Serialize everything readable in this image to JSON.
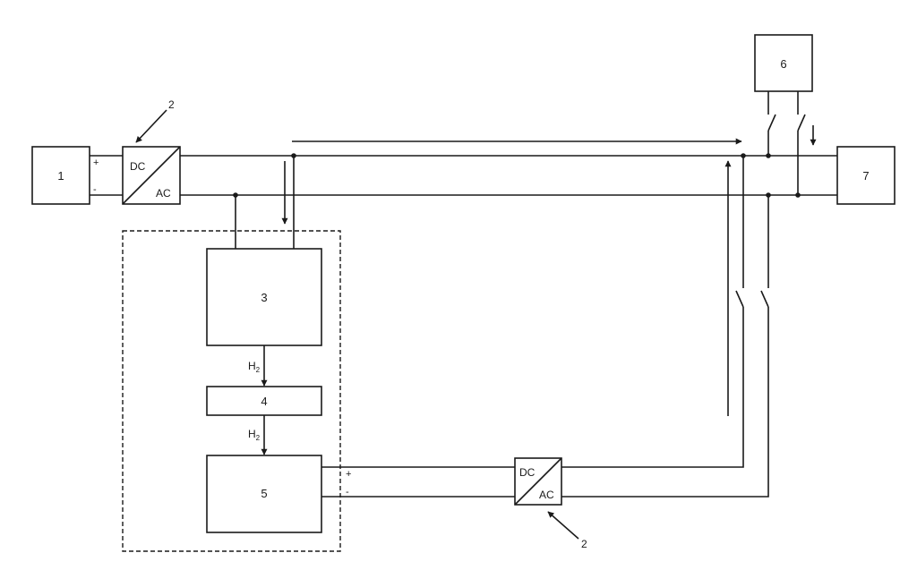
{
  "blocks": {
    "b1": "1",
    "b3": "3",
    "b4": "4",
    "b5": "5",
    "b6": "6",
    "b7": "7"
  },
  "converters": {
    "top": {
      "dc": "DC",
      "ac": "AC",
      "ref": "2"
    },
    "bottom": {
      "dc": "DC",
      "ac": "AC",
      "ref": "2"
    }
  },
  "polarity": {
    "plus": "+",
    "minus": "-"
  },
  "gas": {
    "symbol": "H",
    "subscript": "2"
  }
}
